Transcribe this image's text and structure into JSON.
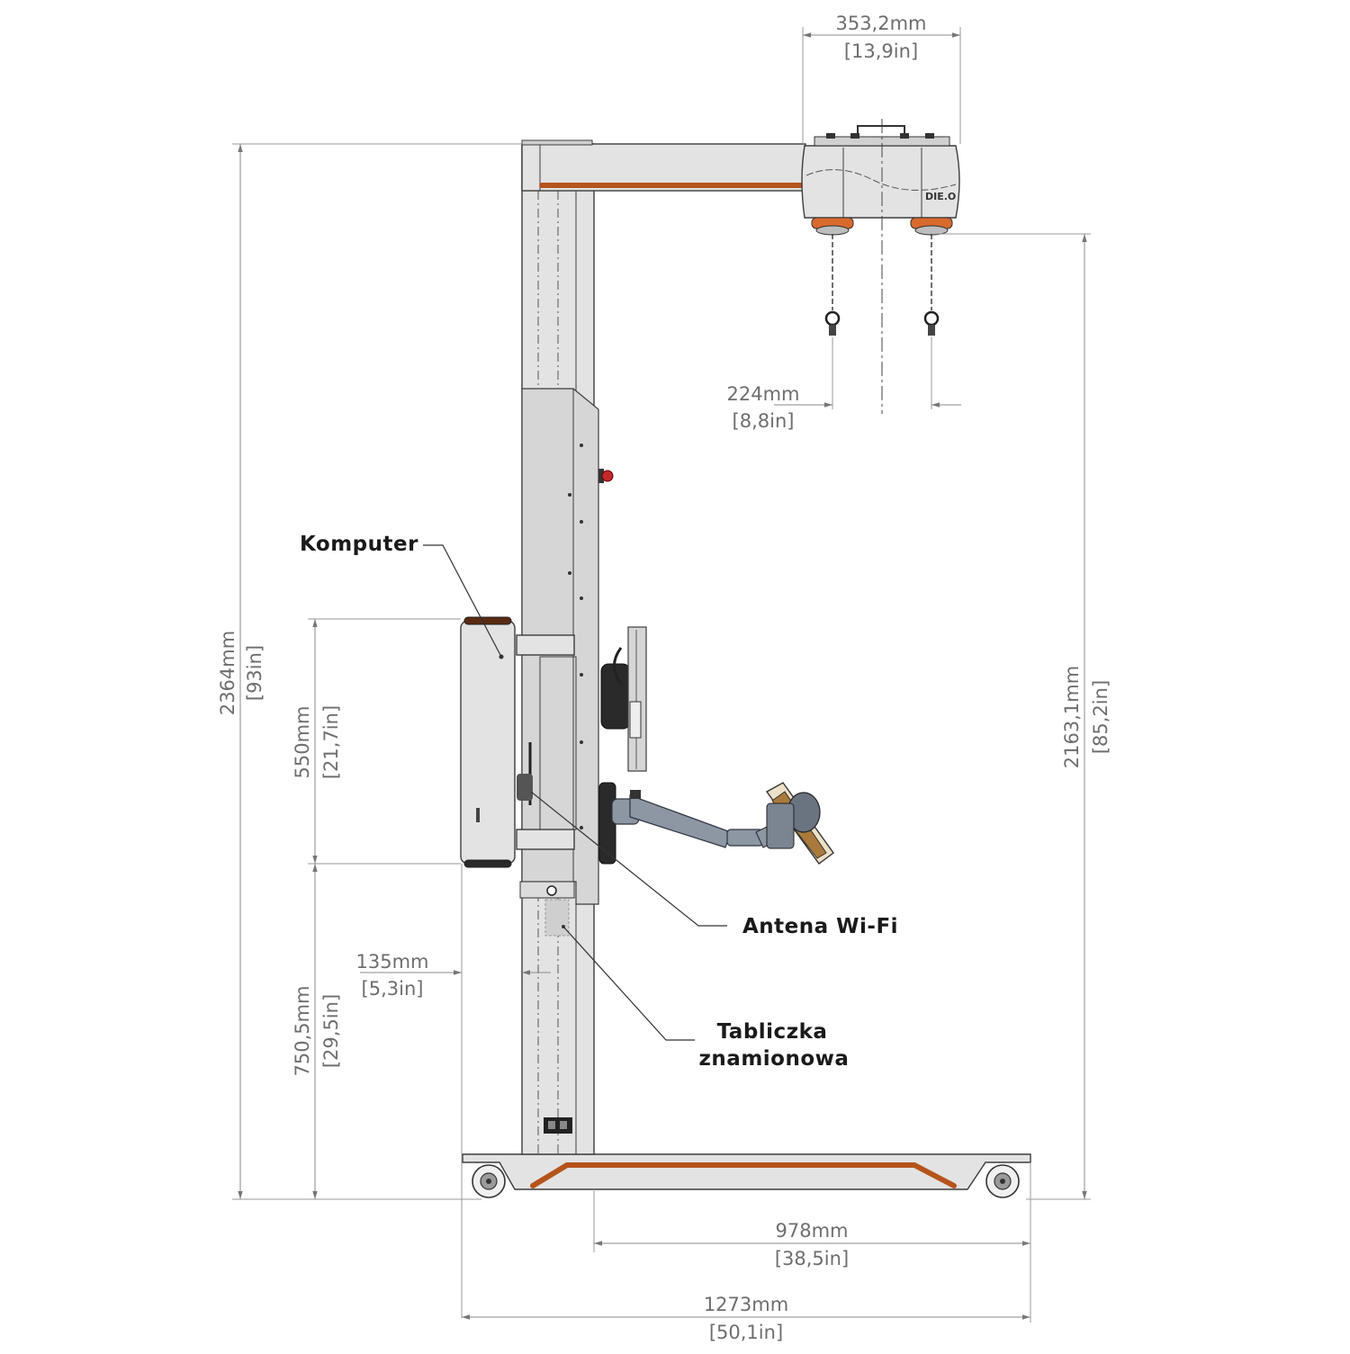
{
  "labels": {
    "computer": "Komputer",
    "wifi_antenna": "Antena Wi-Fi",
    "nameplate_line1": "Tabliczka",
    "nameplate_line2": "znamionowa",
    "head_brand": "DIE.O"
  },
  "dimensions": {
    "head_width": {
      "mm": "353,2mm",
      "in": "[13,9in]"
    },
    "hook_spacing": {
      "mm": "224mm",
      "in": "[8,8in]"
    },
    "total_height": {
      "mm": "2364mm",
      "in": "[93in]"
    },
    "computer_height": {
      "mm": "550mm",
      "in": "[21,7in]"
    },
    "computer_elevation": {
      "mm": "750,5mm",
      "in": "[29,5in]"
    },
    "computer_offset": {
      "mm": "135mm",
      "in": "[5,3in]"
    },
    "hook_height": {
      "mm": "2163,1mm",
      "in": "[85,2in]"
    },
    "base_front": {
      "mm": "978mm",
      "in": "[38,5in]"
    },
    "base_total": {
      "mm": "1273mm",
      "in": "[50,1in]"
    }
  },
  "colors": {
    "accent": "#b5541b",
    "body": "#e3e3e3",
    "arm": "#8d96a3",
    "estop": "#c0282a"
  }
}
